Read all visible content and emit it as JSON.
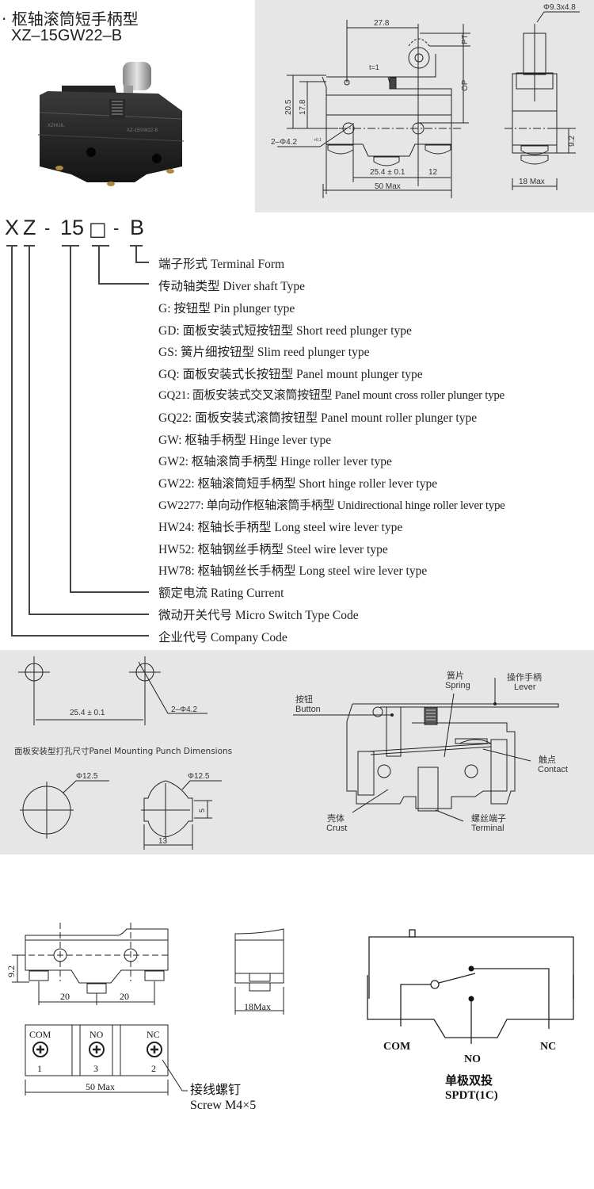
{
  "product": {
    "title_cn": "· 枢轴滚筒短手柄型",
    "model": "XZ–15GW22–B"
  },
  "dimension_drawing": {
    "labels": {
      "width_27_8": "27.8",
      "pt": "PT",
      "op": "OP",
      "roller": "Φ9.3x4.8",
      "t1": "t=1",
      "h20_5": "20.5",
      "h17_8": "17.8",
      "holes": "2–Φ4.2",
      "holes_tol": "+0.1/0",
      "pitch": "25.4 ± 0.1",
      "offset_12": "12",
      "width_50": "50 Max",
      "height_9_2": "9.2",
      "width_18": "18 Max"
    }
  },
  "model_code": {
    "chars": [
      "X",
      "Z",
      "-",
      "15",
      "□",
      "-",
      "B"
    ],
    "legend": [
      {
        "text": "端子形式 Terminal  Form"
      },
      {
        "text": "传动轴类型 Diver shaft  Type"
      },
      {
        "text": "G:  按钮型 Pin plunger type"
      },
      {
        "text": "GD:  面板安装式短按钮型 Short  reed plunger type"
      },
      {
        "text": "GS:  簧片细按钮型 Slim reed plunger type"
      },
      {
        "text": "GQ:  面板安装式长按钮型 Panel  mount  plunger  type"
      },
      {
        "text": "GQ21:  面板安装式交叉滚筒按钮型 Panel  mount cross roller  plunger  type"
      },
      {
        "text": "GQ22:  面板安装式滚筒按钮型 Panel  mount roller  plunger  type"
      },
      {
        "text": "GW:  枢轴手柄型 Hinge  lever type"
      },
      {
        "text": "GW2:  枢轴滚筒手柄型  Hinge  roller  lever type"
      },
      {
        "text": "GW22:  枢轴滚筒短手柄型 Short hinge roller  lever type"
      },
      {
        "text": "GW2277:  单向动作枢轴滚筒手柄型 Unidirectional  hinge  roller lever  type"
      },
      {
        "text": "HW24:  枢轴长手柄型 Long steel wire  lever type"
      },
      {
        "text": "HW52:  枢轴钢丝手柄型 Steel  wire  lever  type"
      },
      {
        "text": "HW78:  枢轴钢丝长手柄型 Long  steel  wire  lever type"
      },
      {
        "text": "额定电流 Rating  Current"
      },
      {
        "text": "微动开关代号 Micro Switch Type Code"
      },
      {
        "text": "企业代号 Company  Code"
      }
    ]
  },
  "panel_mounting": {
    "pitch": "25.4 ± 0.1",
    "holes": "2–Φ4.2",
    "title": "面板安装型打孔尺寸Panel Mounting Punch Dimensions",
    "round_hole": "Φ12.5",
    "keyed_hole": "Φ12.5",
    "key_height": "5",
    "key_width": "13"
  },
  "cross_section": {
    "button_cn": "按钮",
    "button_en": "Button",
    "spring_cn": "簧片",
    "spring_en": "Spring",
    "lever_cn": "操作手柄",
    "lever_en": "Lever",
    "contact_cn": "触点",
    "contact_en": "Contact",
    "crust_cn": "壳体",
    "crust_en": "Crust",
    "terminal_cn": "螺丝端子",
    "terminal_en": "Terminal"
  },
  "terminal_drawing": {
    "height_9_2": "9.2",
    "spacing_left": "20",
    "spacing_right": "20",
    "width_18": "18Max",
    "width_50": "50 Max",
    "terminals": [
      {
        "label": "COM",
        "number": "1"
      },
      {
        "label": "NO",
        "number": "3"
      },
      {
        "label": "NC",
        "number": "2"
      }
    ],
    "screw_cn": "接线螺钉",
    "screw_en": "Screw M4×5"
  },
  "schematic": {
    "com": "COM",
    "no": "NO",
    "nc": "NC",
    "title_cn": "单极双投",
    "title_en": "SPDT(1C)"
  }
}
